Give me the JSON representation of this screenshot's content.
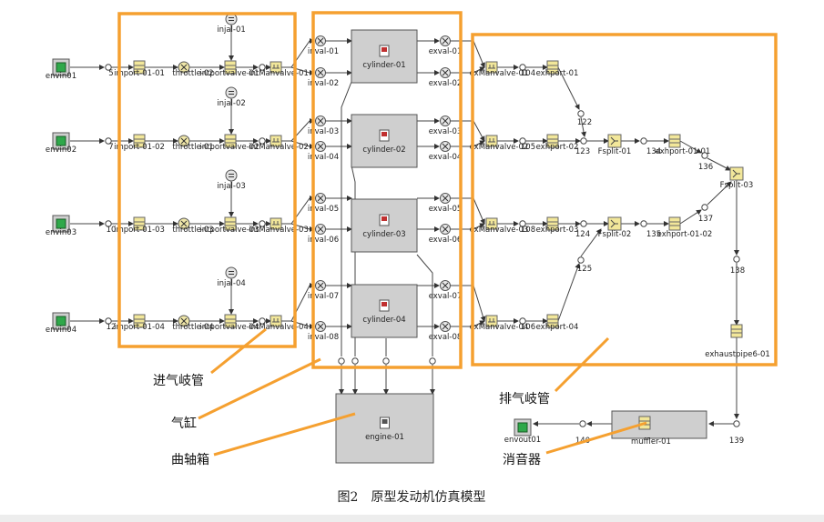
{
  "caption": "图2　原型发动机仿真模型",
  "callouts": {
    "intake_manifold": "进气岐管",
    "cylinder": "气缸",
    "crankcase": "曲轴箱",
    "exhaust_manifold": "排气岐管",
    "muffler": "消音器"
  },
  "rows": [
    {
      "envin": "envin01",
      "num": "5",
      "intport": "import-01-01",
      "throttle": "throttle-02",
      "portvalve": "intportvalve-01",
      "injector": "injal-01",
      "manvalve": "intManvalve-01"
    },
    {
      "envin": "envin02",
      "num": "7",
      "intport": "import-01-02",
      "throttle": "throttle-01",
      "portvalve": "intportvalve-02",
      "injector": "injal-02",
      "manvalve": "intManvalve-02"
    },
    {
      "envin": "envin03",
      "num": "10",
      "intport": "import-01-03",
      "throttle": "throttle-03",
      "portvalve": "intportvalve-03",
      "injector": "injal-03",
      "manvalve": "intManvalve-03"
    },
    {
      "envin": "envin04",
      "num": "12",
      "intport": "import-01-04",
      "throttle": "throttle-04",
      "portvalve": "intportvalve-04",
      "injector": "injal-04",
      "manvalve": "intManvalve-04"
    }
  ],
  "cylinders": [
    {
      "name": "cylinder-01",
      "inval_a": "inval-01",
      "inval_b": "inval-02",
      "exval_a": "exval-01",
      "exval_b": "exval-02"
    },
    {
      "name": "cylinder-02",
      "inval_a": "inval-03",
      "inval_b": "inval-04",
      "exval_a": "exval-03",
      "exval_b": "exval-04"
    },
    {
      "name": "cylinder-03",
      "inval_a": "inval-05",
      "inval_b": "inval-06",
      "exval_a": "exval-05",
      "exval_b": "exval-06"
    },
    {
      "name": "cylinder-04",
      "inval_a": "inval-07",
      "inval_b": "inval-08",
      "exval_a": "exval-07",
      "exval_b": "exval-08"
    }
  ],
  "exhaust": [
    {
      "manvalve": "exManvalve-01",
      "num": "104",
      "exhport": "exhport-01"
    },
    {
      "manvalve": "exManvalve-02",
      "num": "105",
      "exhport": "exhport-02"
    },
    {
      "manvalve": "exManvalve-03",
      "num": "108",
      "exhport": "exhport-03"
    },
    {
      "manvalve": "exManvalve-04",
      "num": "106",
      "exhport": "exhport-04"
    }
  ],
  "junctions": {
    "j122": "122",
    "j123": "123",
    "j124": "124",
    "j125": "125",
    "j134": "134",
    "j135": "135",
    "j136": "136",
    "j137": "137",
    "j138": "138",
    "j139": "139",
    "j140": "140"
  },
  "fsplits": {
    "f1": "Fsplit-01",
    "f2": "Fsplit-02",
    "f3": "Fsplit-03"
  },
  "exhports_mid": {
    "a": "exhport-01-01",
    "b": "exhport-01-02"
  },
  "exhaust_pipe": "exhaustpipe6-01",
  "engine": "engine-01",
  "muffler": "muffler-01",
  "envout": "envout01"
}
